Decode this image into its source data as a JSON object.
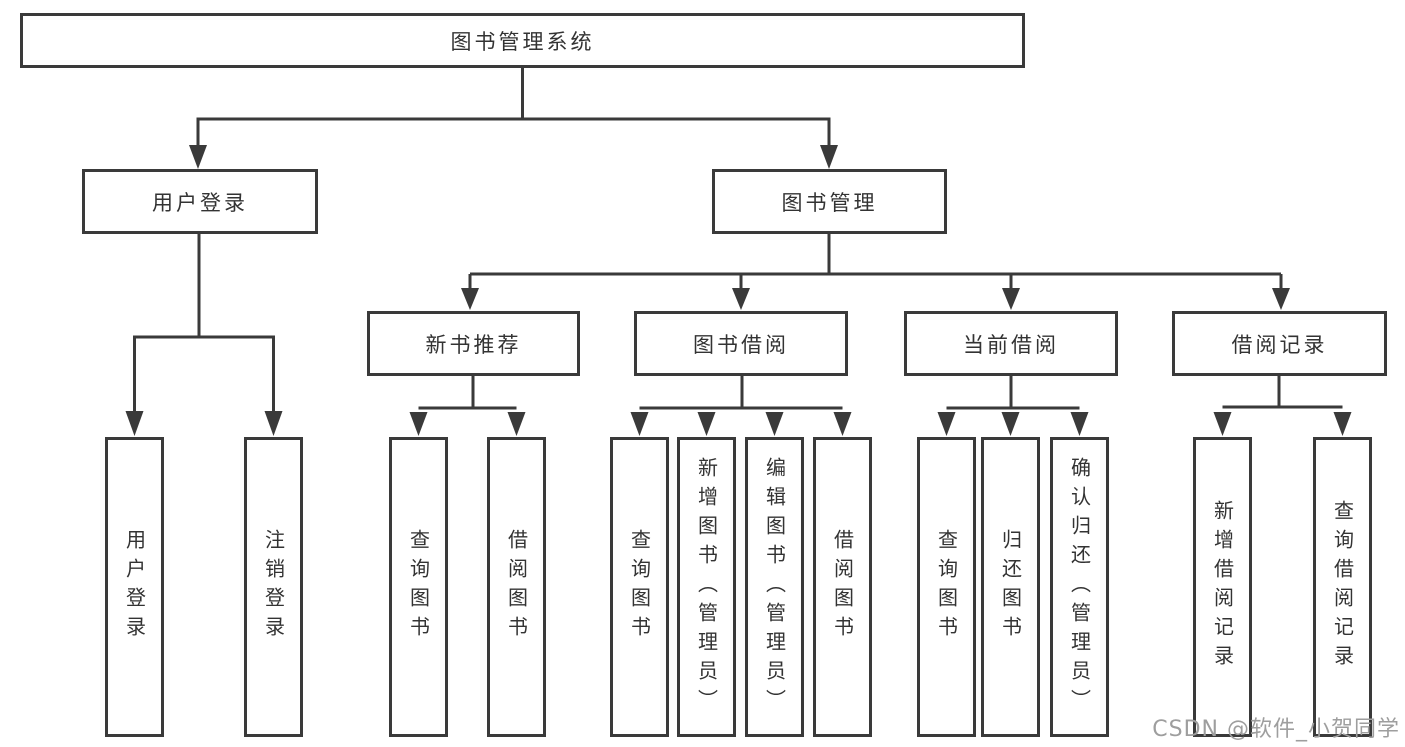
{
  "colors": {
    "line": "#3a3a3a",
    "box_border": "#3a3a3a",
    "text": "#333333",
    "background": "#ffffff",
    "watermark": "#9e9e9e"
  },
  "diagram": {
    "root": {
      "label": "图书管理系统"
    },
    "branches": {
      "user_login": {
        "label": "用户登录",
        "children": {
          "user_login": {
            "label": "用户登录"
          },
          "logout": {
            "label": "注销登录"
          }
        }
      },
      "book_management": {
        "label": "图书管理",
        "sections": {
          "new_book_recommend": {
            "label": "新书推荐",
            "children": {
              "query_books": {
                "label": "查询图书"
              },
              "borrow_books": {
                "label": "借阅图书"
              }
            }
          },
          "book_borrowing": {
            "label": "图书借阅",
            "children": {
              "query_books": {
                "label": "查询图书"
              },
              "add_book_admin": {
                "label": "新增图书（管理员）"
              },
              "edit_book_admin": {
                "label": "编辑图书（管理员）"
              },
              "borrow_books": {
                "label": "借阅图书"
              }
            }
          },
          "current_borrowing": {
            "label": "当前借阅",
            "children": {
              "query_books": {
                "label": "查询图书"
              },
              "return_books": {
                "label": "归还图书"
              },
              "confirm_return_admin": {
                "label": "确认归还（管理员）"
              }
            }
          },
          "borrow_records": {
            "label": "借阅记录",
            "children": {
              "add_borrow_record": {
                "label": "新增借阅记录"
              },
              "query_borrow_record": {
                "label": "查询借阅记录"
              }
            }
          }
        }
      }
    }
  },
  "watermark": {
    "text": "CSDN @软件_小贺同学"
  }
}
